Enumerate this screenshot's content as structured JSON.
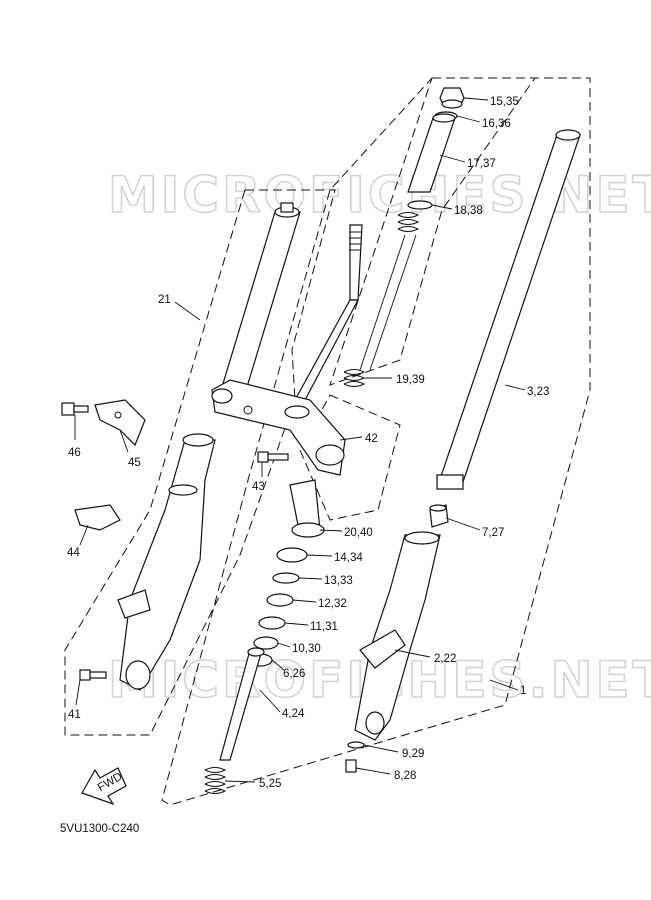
{
  "watermark": "MICROFICHES.NET",
  "diagram_code": "5VU1300-C240",
  "fwd_label": "FWD",
  "callouts": {
    "c_15_35": "15,35",
    "c_16_36": "16,36",
    "c_17_37": "17,37",
    "c_18_38": "18,38",
    "c_19_39": "19,39",
    "c_3_23": "3,23",
    "c_21": "21",
    "c_42": "42",
    "c_46": "46",
    "c_45": "45",
    "c_43": "43",
    "c_44": "44",
    "c_20_40": "20,40",
    "c_7_27": "7,27",
    "c_14_34": "14,34",
    "c_13_33": "13,33",
    "c_12_32": "12,32",
    "c_11_31": "11,31",
    "c_10_30": "10,30",
    "c_6_26": "6,26",
    "c_2_22": "2,22",
    "c_1": "1",
    "c_41": "41",
    "c_4_24": "4,24",
    "c_9_29": "9,29",
    "c_8_28": "8,28",
    "c_5_25": "5,25"
  }
}
